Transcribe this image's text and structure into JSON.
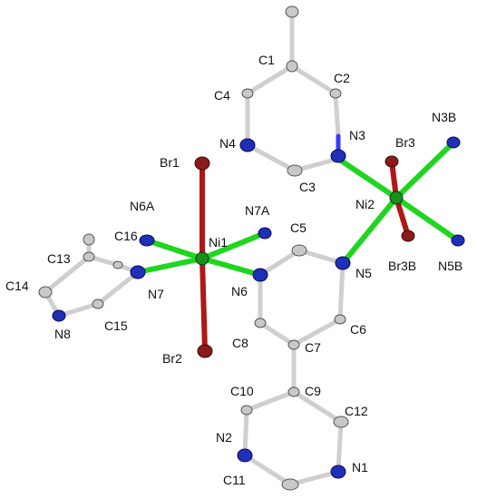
{
  "colors": {
    "background": "#ffffff",
    "carbon": "#c8c8c8",
    "nitrogen": "#1f2fb8",
    "nickel": "#1a8f1a",
    "bromine": "#8b1a1a",
    "bond_ni_n": "#1fd61f",
    "bond_ni_br": "#b01818",
    "bond_cc": "#cfcfcf",
    "bond_cn": "#3a3aff",
    "label": "#111111"
  },
  "labels": {
    "C1": "C1",
    "C2": "C2",
    "C3": "C3",
    "C4": "C4",
    "C5": "C5",
    "C6": "C6",
    "C7": "C7",
    "C8": "C8",
    "C9": "C9",
    "C10": "C10",
    "C11": "C11",
    "C12": "C12",
    "C13": "C13",
    "C14": "C14",
    "C15": "C15",
    "C16": "C16",
    "N1": "N1",
    "N2": "N2",
    "N3": "N3",
    "N3B": "N3B",
    "N4": "N4",
    "N5": "N5",
    "N5B": "N5B",
    "N6": "N6",
    "N6A": "N6A",
    "N7": "N7",
    "N7A": "N7A",
    "N8": "N8",
    "Ni1": "Ni1",
    "Ni2": "Ni2",
    "Br1": "Br1",
    "Br2": "Br2",
    "Br3": "Br3",
    "Br3B": "Br3B"
  }
}
